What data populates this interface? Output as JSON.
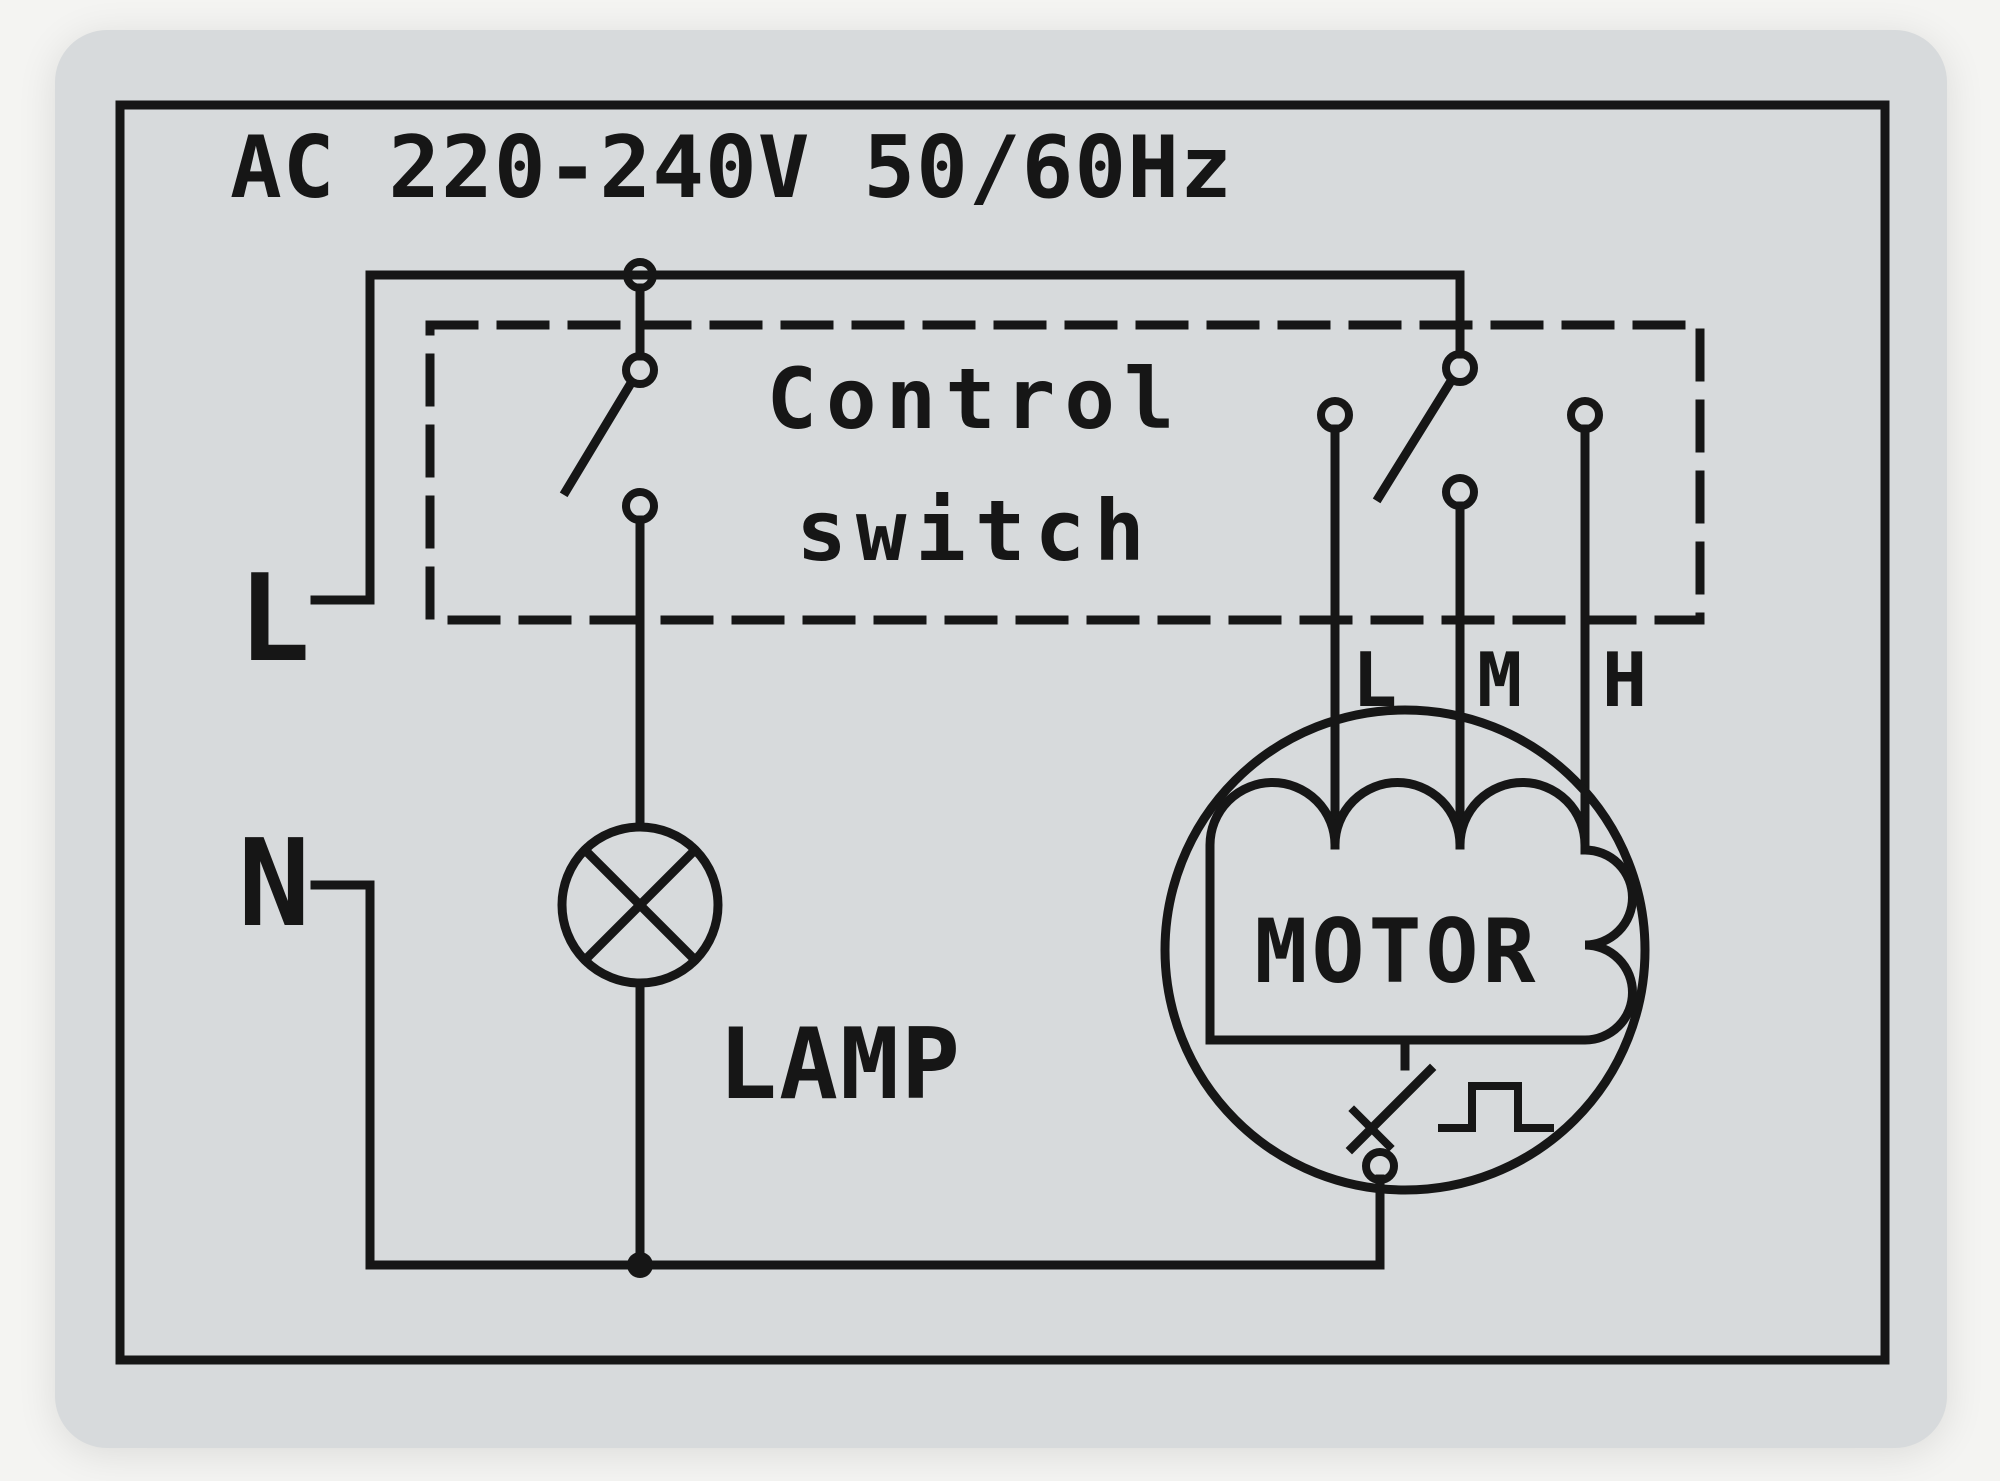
{
  "sticker": {
    "power_rating": "AC 220-240V 50/60Hz",
    "control_switch": {
      "line1": "Control",
      "line2": "switch"
    },
    "terminals": {
      "live": "L",
      "neutral": "N"
    },
    "lamp_label": "LAMP",
    "motor_label": "MOTOR",
    "speed_taps": {
      "low": "L",
      "medium": "M",
      "high": "H"
    }
  },
  "colors": {
    "photo_background": "#f4f4f2",
    "sticker_background": "#d7dadc",
    "ink": "#161616"
  }
}
